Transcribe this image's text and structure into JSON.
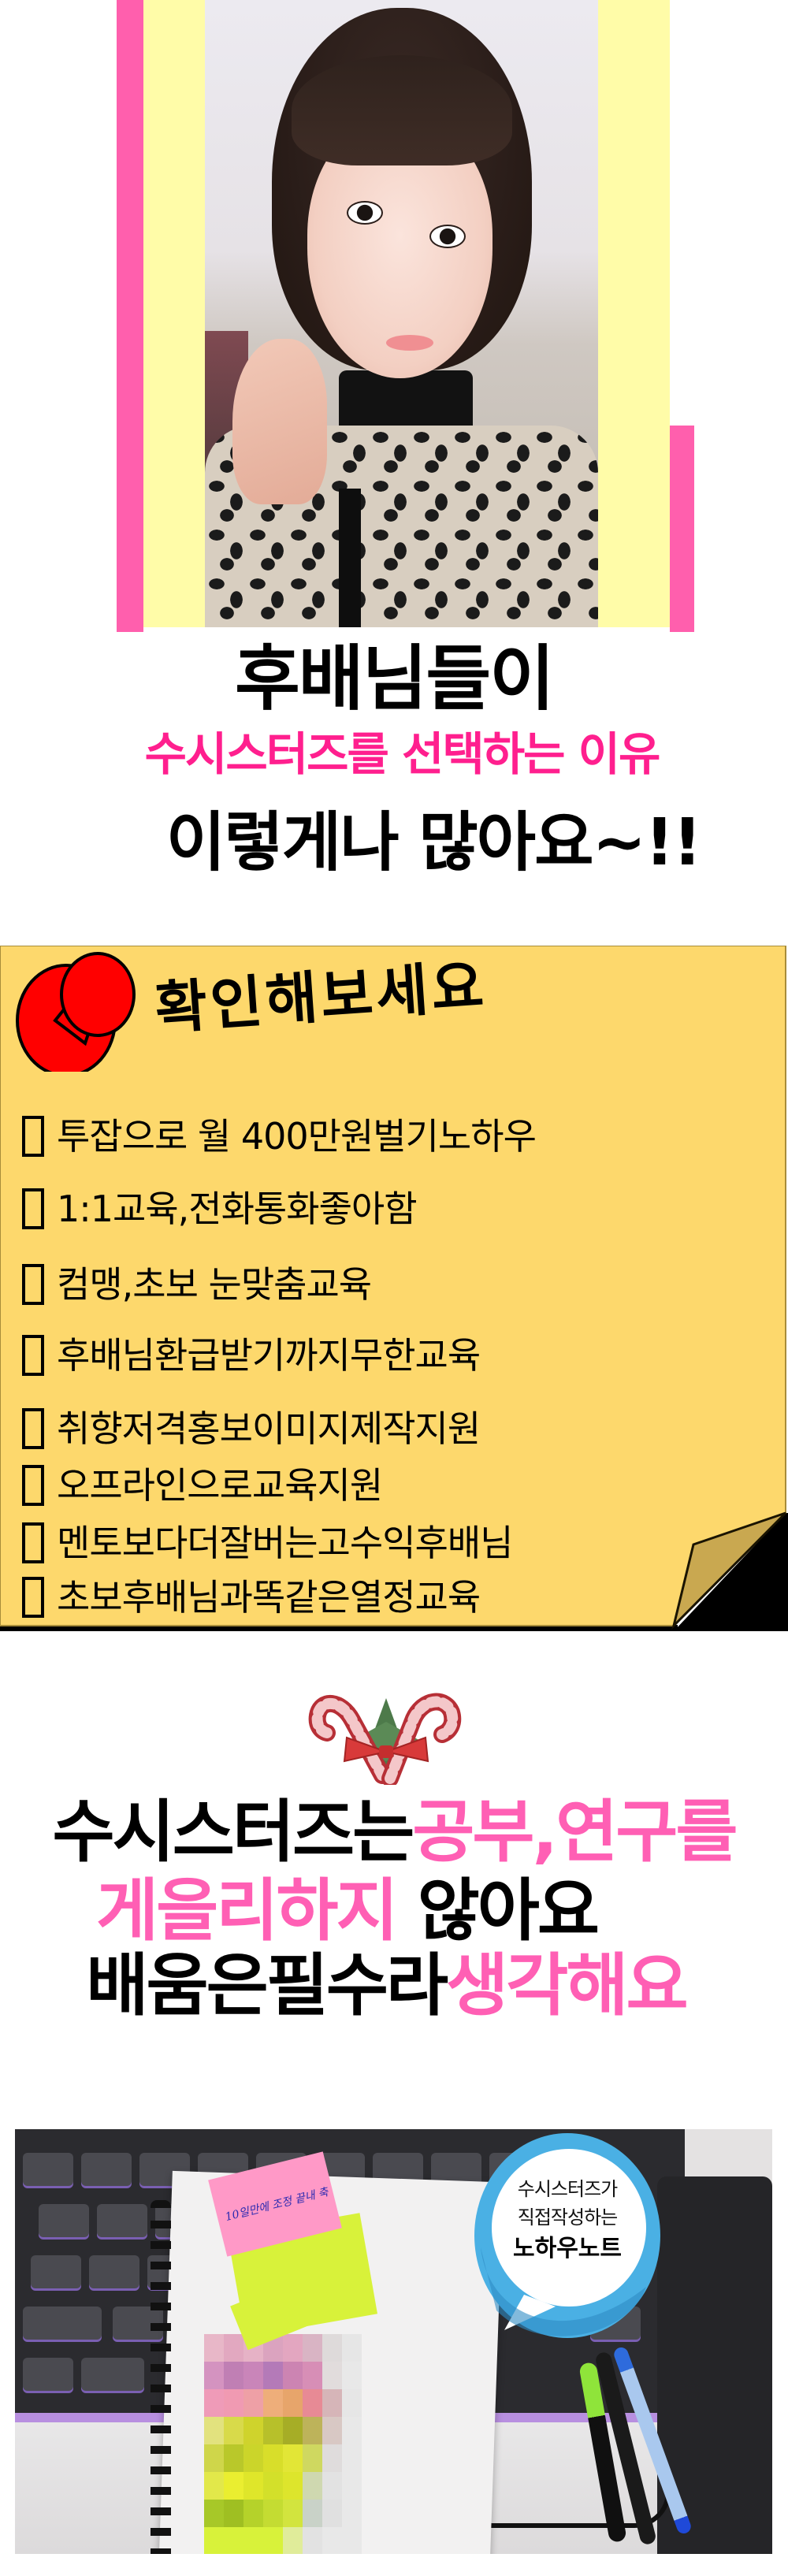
{
  "colors": {
    "accent_pink": "#ff5fad",
    "hero_yellow": "#fffca8",
    "subtitle_pink": "#ff1f8e",
    "headline_pink": "#ff5fb4",
    "sticky_yellow": "#fdd86c",
    "pin_red": "#ff0000",
    "bubble_blue": "#4ab0e4"
  },
  "hero": {
    "image_alt": "Portrait of a woman with bangs wearing a leopard-print blouse over a black turtleneck"
  },
  "headline": {
    "line1": "후배님들이",
    "line2": "수시스터즈를 선택하는 이유",
    "line3": "이렇게나 많아요~!!"
  },
  "sticky_note": {
    "title": "확인해보세요",
    "icon": "pushpin-icon",
    "items": [
      {
        "label": "투잡으로 월 400만원벌기노하우"
      },
      {
        "label": "1:1교육,전화통화좋아함"
      },
      {
        "label": "컴맹,초보 눈맞춤교육"
      },
      {
        "label": "후배님환급받기까지무한교육"
      },
      {
        "label": "취향저격홍보이미지제작지원"
      },
      {
        "label": "오프라인으로교육지원"
      },
      {
        "label": "멘토보다더잘버는고수익후배님"
      },
      {
        "label": "초보후배님과똑같은열정교육"
      }
    ]
  },
  "decoration": {
    "icon": "candy-cane-icon"
  },
  "headline2": {
    "line1_black": "수시스터즈는",
    "line1_pink": "공부,연구를",
    "line2_pink": "게을리하지",
    "line2_black": "않아요",
    "line3_black": "배움은필수라",
    "line3_pink": "생각해요"
  },
  "notebook_photo": {
    "image_alt": "Spiral notebook with blurred handwritten notes and sticky notes on a desk next to a keyboard and pens",
    "sticky_handwriting": "10일만에 조정 끝내 축",
    "bubble": {
      "line1": "수시스터즈가",
      "line2": "직접작성하는",
      "line3": "노하우노트"
    }
  }
}
